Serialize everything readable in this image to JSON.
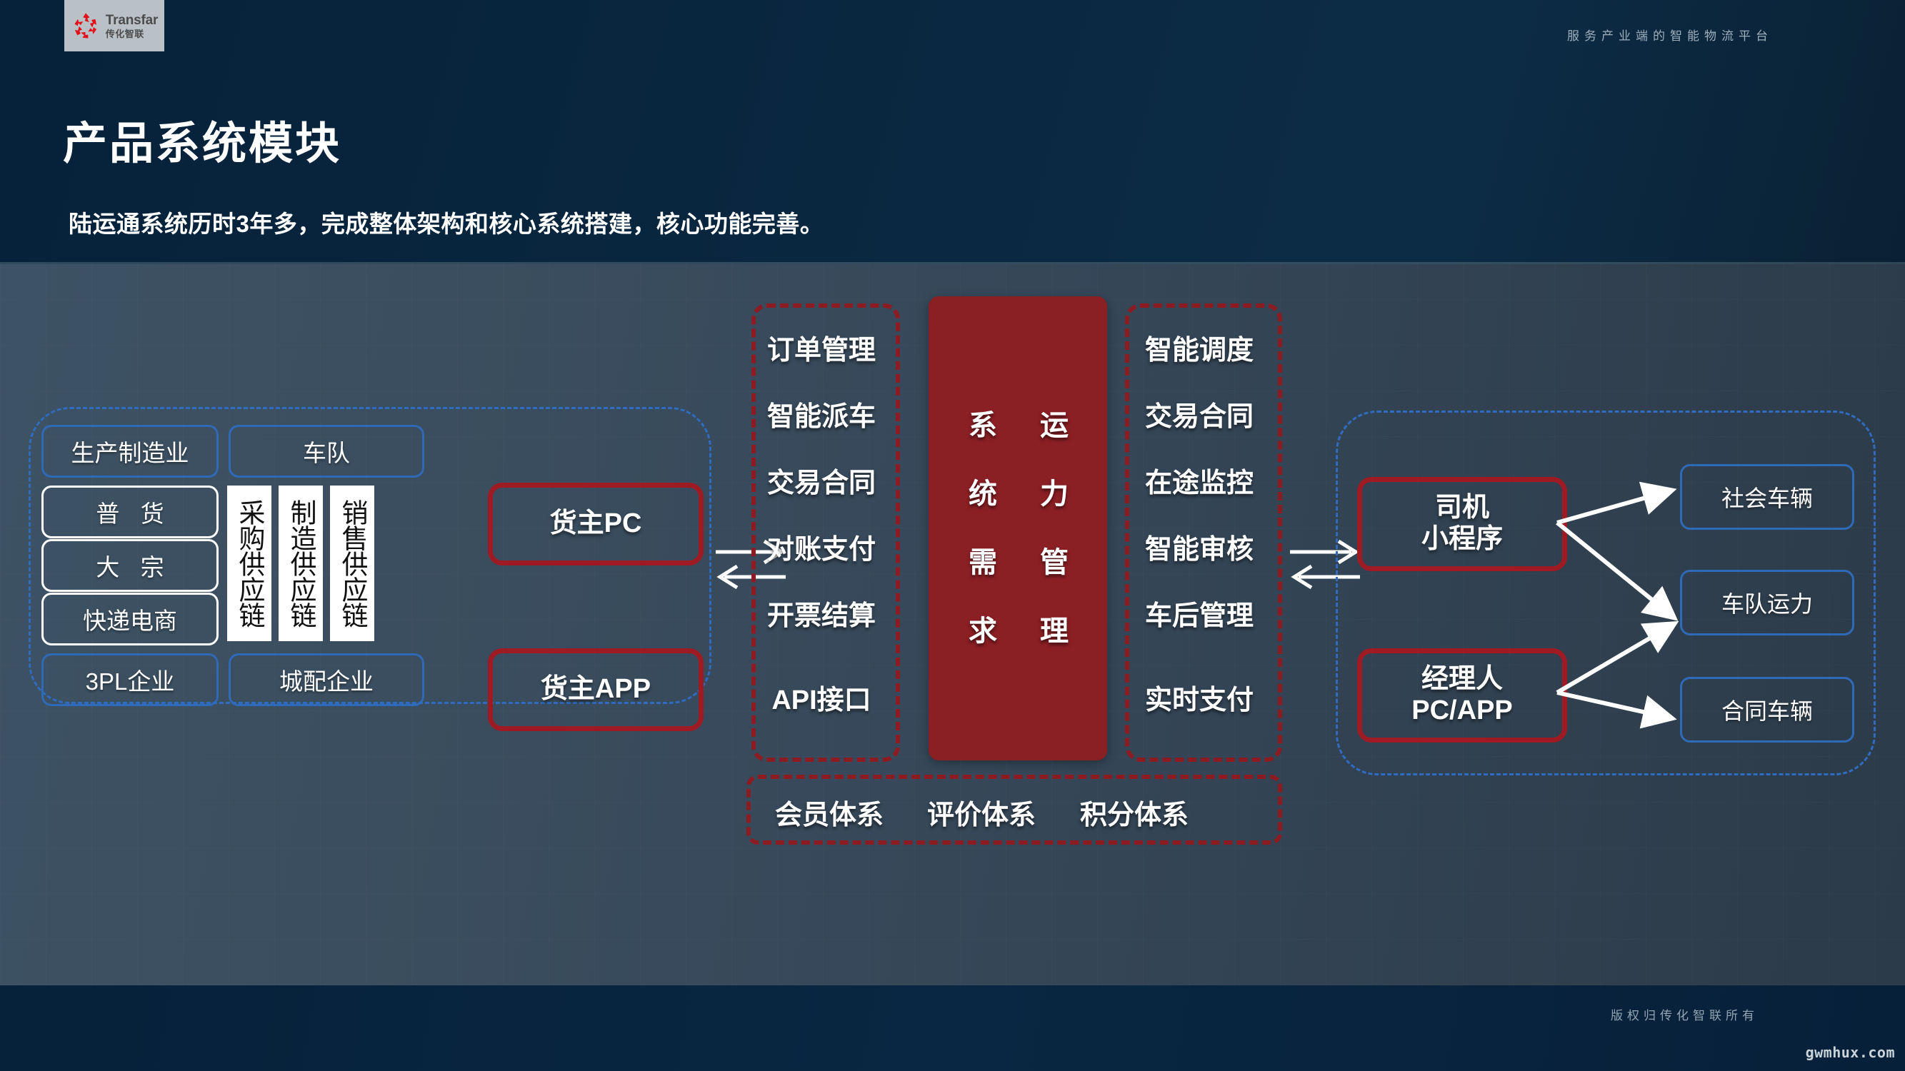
{
  "header": {
    "logo": {
      "en": "Transfar",
      "cn": "传化智联",
      "icon": "transfar-pinwheel-logo"
    },
    "tagline": "服务产业端的智能物流平台",
    "title": "产品系统模块",
    "subtitle": "陆运通系统历时3年多，完成整体架构和核心系统搭建，核心功能完善。"
  },
  "footer": {
    "copyright": "版权归传化智联所有",
    "watermark": "gwmhux.com"
  },
  "colors": {
    "header_bg": "#0a2740",
    "canvas_bg": "#3a4d5e",
    "accent_red": "#9e1b24",
    "core_panel_red": "#8a1f24",
    "blue_border": "#2e6ab8",
    "dashed_blue": "#2f6bbf",
    "dashed_red": "#8d1c22",
    "white": "#ffffff"
  },
  "left_panel": {
    "top_boxes": [
      {
        "label": "生产制造业"
      },
      {
        "label": "车队"
      }
    ],
    "cargo_types": [
      {
        "label": "普 货"
      },
      {
        "label": "大 宗"
      },
      {
        "label": "快递电商"
      }
    ],
    "supply_chains": [
      {
        "label": "采购供应链"
      },
      {
        "label": "制造供应链"
      },
      {
        "label": "销售供应链"
      }
    ],
    "bottom_boxes": [
      {
        "label": "3PL企业"
      },
      {
        "label": "城配企业"
      }
    ]
  },
  "shipper_clients": [
    {
      "label": "货主PC"
    },
    {
      "label": "货主APP"
    }
  ],
  "left_functions": [
    {
      "label": "订单管理"
    },
    {
      "label": "智能派车"
    },
    {
      "label": "交易合同"
    },
    {
      "label": "对账支付"
    },
    {
      "label": "开票结算"
    },
    {
      "label": "API接口"
    }
  ],
  "core_panel": {
    "column_left": "系统需求",
    "column_right": "运力管理",
    "column_left_chars": [
      "系",
      "统",
      "需",
      "求"
    ],
    "column_right_chars": [
      "运",
      "力",
      "管",
      "理"
    ]
  },
  "right_functions": [
    {
      "label": "智能调度"
    },
    {
      "label": "交易合同"
    },
    {
      "label": "在途监控"
    },
    {
      "label": "智能审核"
    },
    {
      "label": "车后管理"
    },
    {
      "label": "实时支付"
    }
  ],
  "bottom_systems": [
    {
      "label": "会员体系"
    },
    {
      "label": "评价体系"
    },
    {
      "label": "积分体系"
    }
  ],
  "carrier_clients": [
    {
      "label": "司机",
      "label2": "小程序"
    },
    {
      "label": "经理人",
      "label2": "PC/APP"
    }
  ],
  "capacity_boxes": [
    {
      "label": "社会车辆"
    },
    {
      "label": "车队运力"
    },
    {
      "label": "合同车辆"
    }
  ]
}
